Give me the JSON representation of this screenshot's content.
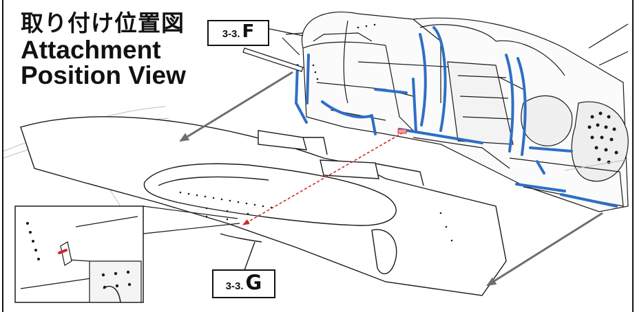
{
  "title": {
    "japanese": "取り付け位置図",
    "english_line1": "Attachment",
    "english_line2": "Position View"
  },
  "callouts": [
    {
      "number": "3-3.",
      "letter": "F"
    },
    {
      "number": "3-3.",
      "letter": "G"
    }
  ],
  "colors": {
    "highlight_blue": "#2f6fc4",
    "guide_arrow_red": "#d02828",
    "line_art": "#1a1a1a",
    "background": "#ffffff"
  }
}
